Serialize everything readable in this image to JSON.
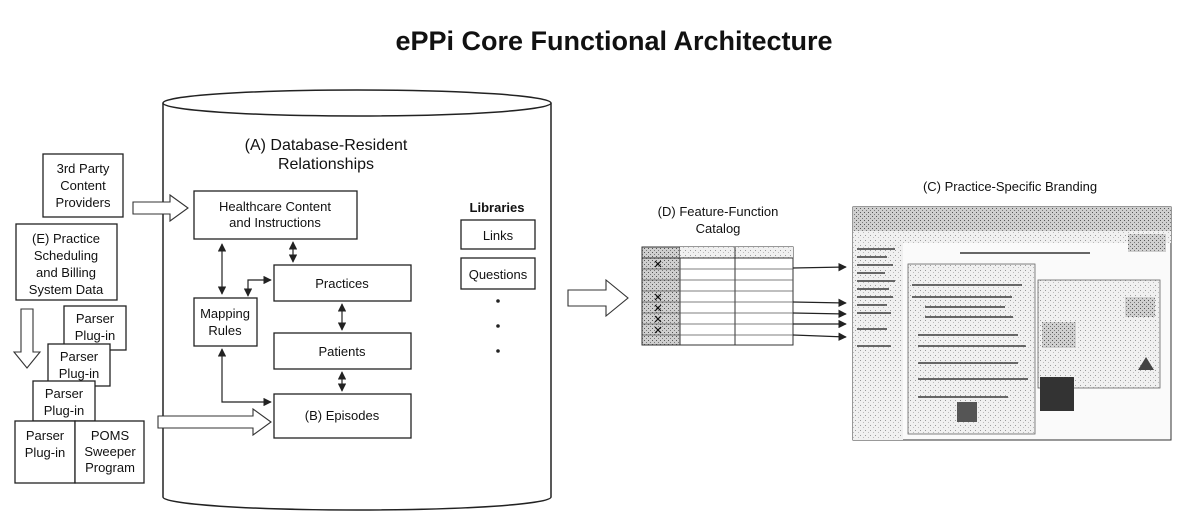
{
  "title": "ePPi Core Functional Architecture",
  "database": {
    "heading_line1": "(A) Database-Resident",
    "heading_line2": "Relationships",
    "healthcare_line1": "Healthcare Content",
    "healthcare_line2": "and Instructions",
    "mapping_line1": "Mapping",
    "mapping_line2": "Rules",
    "practices": "Practices",
    "patients": "Patients",
    "episodes": "(B) Episodes",
    "libraries": {
      "heading": "Libraries",
      "links": "Links",
      "questions": "Questions"
    }
  },
  "sources": {
    "third_party_line1": "3rd Party",
    "third_party_line2": "Content",
    "third_party_line3": "Providers",
    "practice_line1": "(E) Practice",
    "practice_line2": "Scheduling",
    "practice_line3": "and Billing",
    "practice_line4": "System Data",
    "parser_line1": "Parser",
    "parser_line2": "Plug-in",
    "poms_line1": "POMS",
    "poms_line2": "Sweeper",
    "poms_line3": "Program"
  },
  "catalog": {
    "heading_line1": "(D) Feature-Function",
    "heading_line2": "Catalog"
  },
  "branding": {
    "heading": "(C) Practice-Specific Branding"
  }
}
